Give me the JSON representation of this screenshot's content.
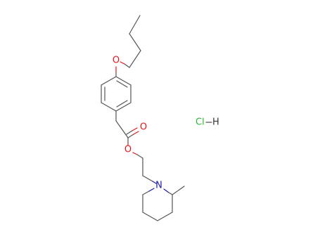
{
  "colors": {
    "carbon_bond": "#555555",
    "oxygen": "#e8161c",
    "nitrogen": "#1a1aa8",
    "chlorine": "#2fb52f",
    "hydrogen": "#333333"
  },
  "atoms": {
    "ether_oxygen": "O",
    "carbonyl_oxygen": "O",
    "ester_oxygen": "O",
    "amine_nitrogen": "N"
  },
  "salt": {
    "chlorine": "Cl",
    "hydrogen": "H"
  }
}
